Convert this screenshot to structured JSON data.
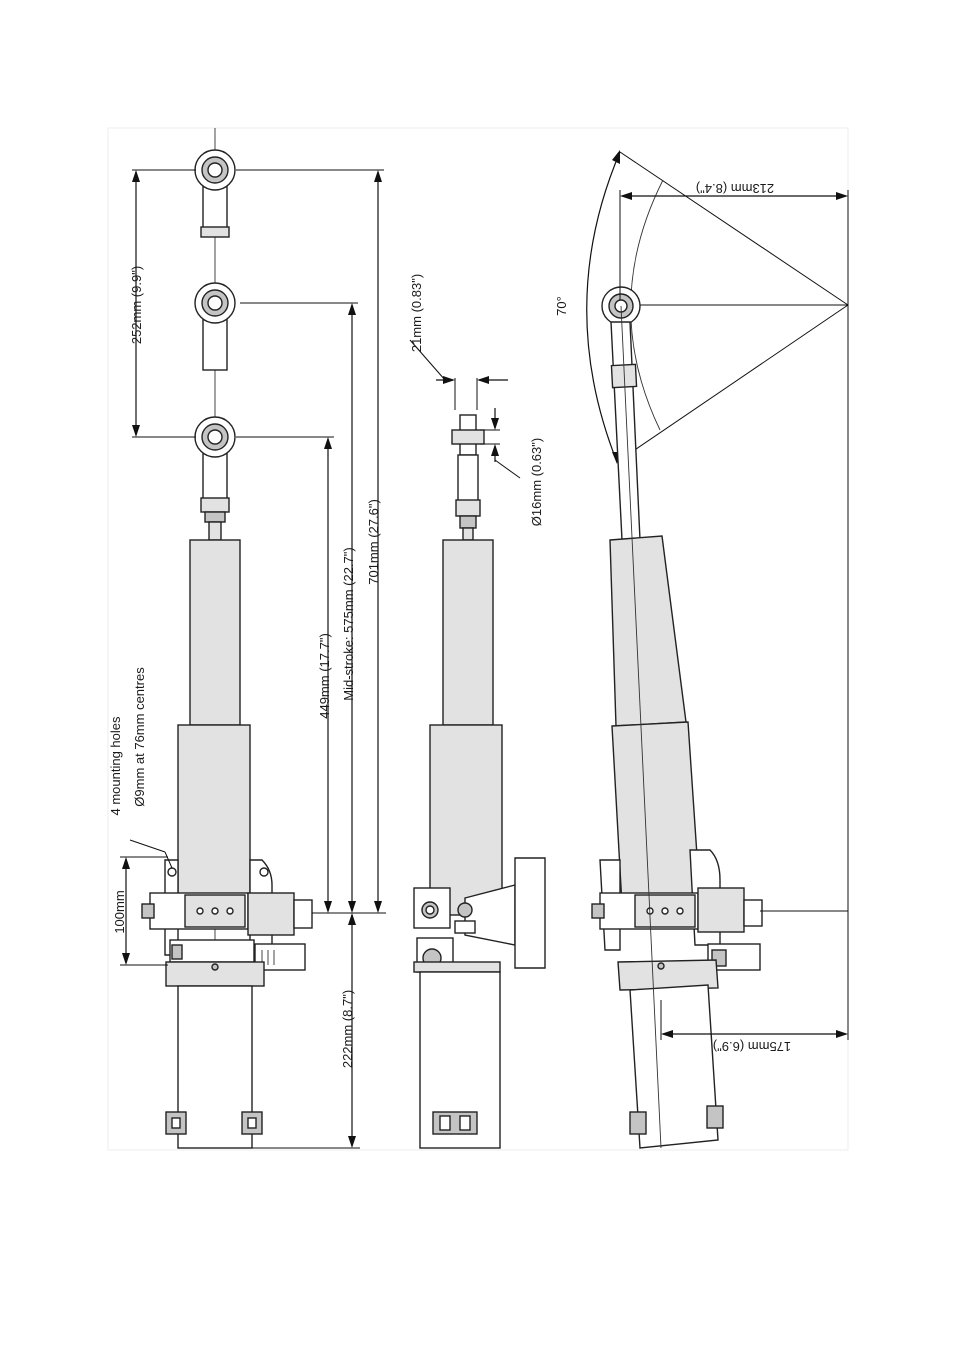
{
  "labels": {
    "stroke_252": "252mm (9.9\")",
    "length_449": "449mm (17.7\")",
    "mid_stroke_575": "Mid-stroke: 575mm (22.7\")",
    "length_701": "701mm (27.6\")",
    "length_222": "222mm (8.7\")",
    "width_100": "100mm",
    "mounting_line1": "4 mounting holes",
    "mounting_line2": "Ø9mm at 76mm centres",
    "width_21": "21mm (0.83\")",
    "dia_16": "Ø16mm (0.63\")",
    "angle_70": "70°",
    "offset_213": "213mm (8.4\")",
    "offset_175": "175mm (6.9\")"
  }
}
